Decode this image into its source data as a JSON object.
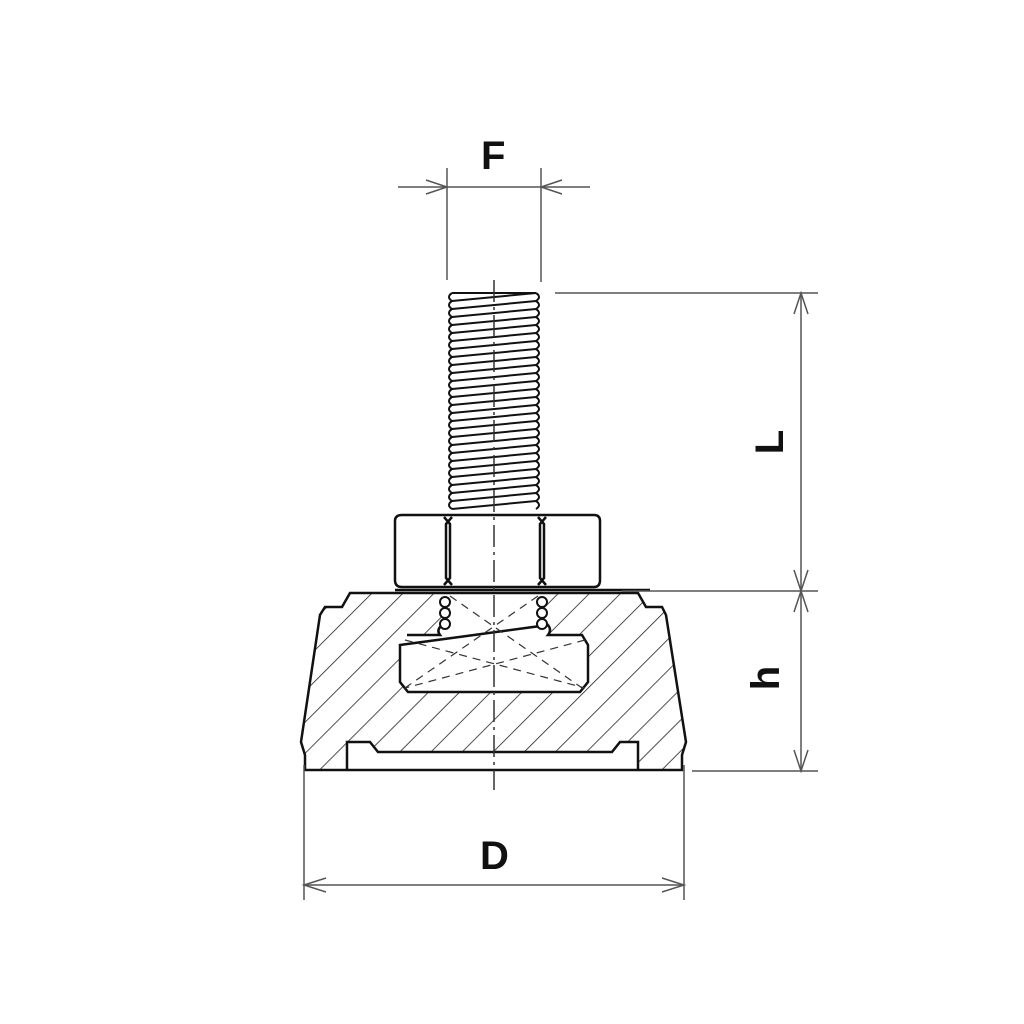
{
  "drawing": {
    "subject": "Leveling foot with threaded stud, hex nut and ball-joint base (section view)",
    "colors": {
      "outline": "#111111",
      "dimension_line": "#555555",
      "hatch": "#222222",
      "background": "#ffffff"
    }
  },
  "dimensions": {
    "F": {
      "label": "F",
      "meaning": "thread diameter"
    },
    "L": {
      "label": "L",
      "meaning": "stud length"
    },
    "h": {
      "label": "h",
      "meaning": "base height"
    },
    "D": {
      "label": "D",
      "meaning": "base diameter"
    }
  }
}
